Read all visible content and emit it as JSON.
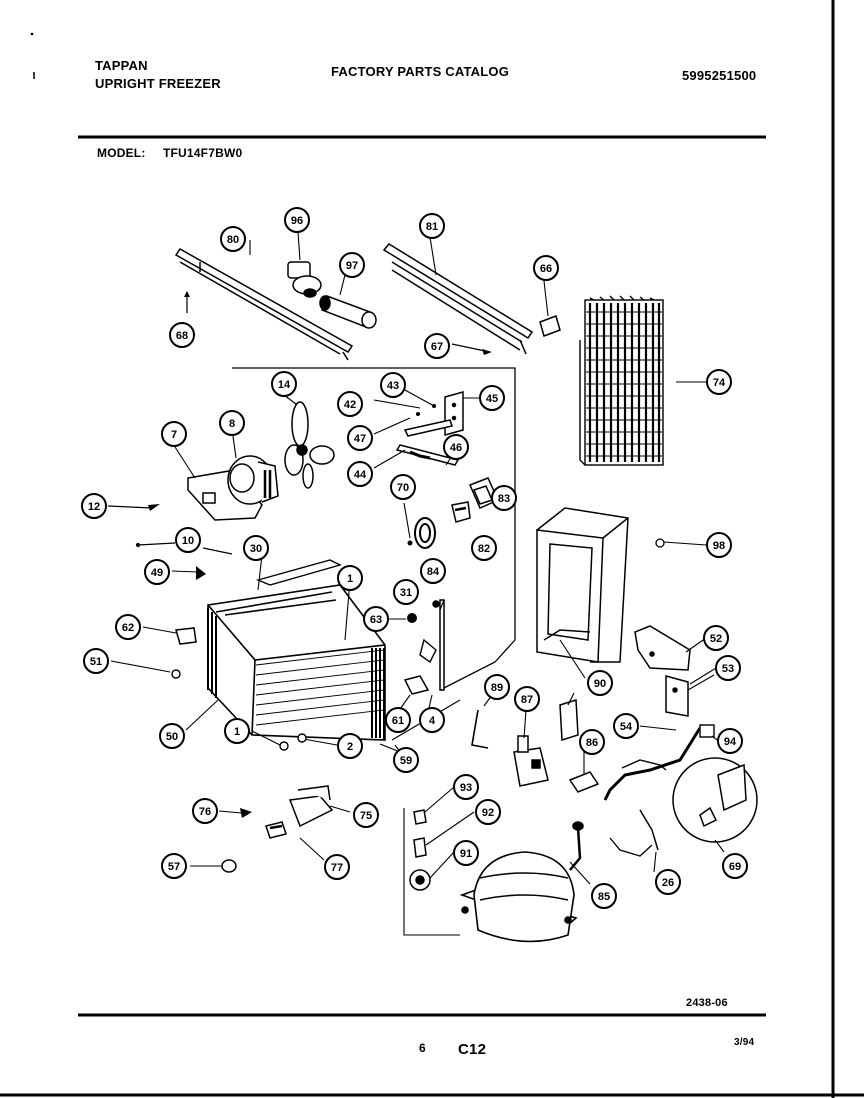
{
  "header": {
    "brand": "TAPPAN",
    "product": "UPRIGHT FREEZER",
    "catalog_title": "FACTORY PARTS CATALOG",
    "catalog_number": "5995251500",
    "model_label": "MODEL:",
    "model_number": "TFU14F7BW0"
  },
  "footer": {
    "drawing_code": "2438-06",
    "page_number": "6",
    "section_code": "C12",
    "date": "3/94"
  },
  "callouts": [
    "80",
    "96",
    "97",
    "81",
    "66",
    "68",
    "67",
    "74",
    "14",
    "43",
    "42",
    "45",
    "47",
    "46",
    "44",
    "7",
    "8",
    "12",
    "70",
    "83",
    "10",
    "30",
    "49",
    "1",
    "31",
    "63",
    "84",
    "82",
    "98",
    "62",
    "52",
    "51",
    "53",
    "89",
    "90",
    "87",
    "61",
    "4",
    "54",
    "94",
    "50",
    "1",
    "2",
    "59",
    "86",
    "93",
    "76",
    "75",
    "92",
    "77",
    "57",
    "91",
    "85",
    "26",
    "69"
  ]
}
